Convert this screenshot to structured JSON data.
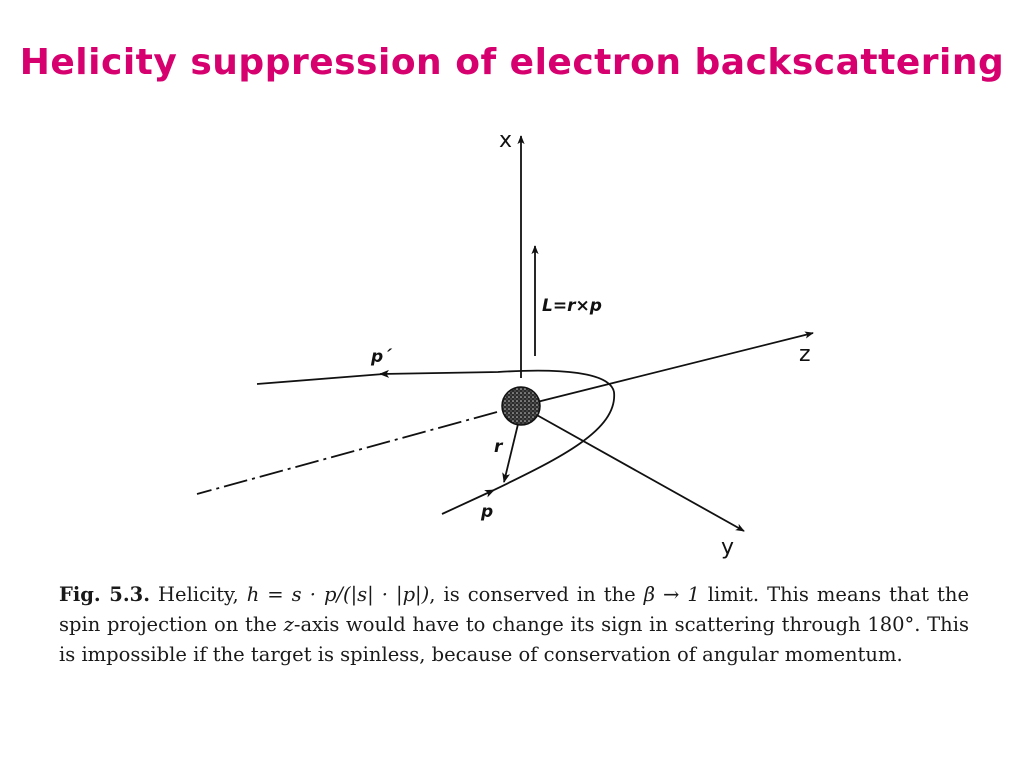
{
  "slide": {
    "title": "Helicity suppression of electron backscattering"
  },
  "diagram": {
    "axes": {
      "x": "x",
      "y": "y",
      "z": "z"
    },
    "vectors": {
      "angular_momentum": "L=r×p",
      "incoming_momentum": "p",
      "outgoing_momentum": "p´",
      "position": "r"
    }
  },
  "caption": {
    "figure_number": "Fig. 5.3.",
    "part1": "Helicity, ",
    "formula": "h = s · p/(|s| · |p|)",
    "part2": ", is conserved in the ",
    "limit": "β → 1",
    "part3": " limit. This means that the spin projection on the ",
    "axis": "z",
    "part4": "-axis would have to change its sign in scattering through 180°. This is impossible if the target is spinless, because of conservation of angular momentum."
  },
  "colors": {
    "title": "#d6006f",
    "ink": "#111111"
  }
}
